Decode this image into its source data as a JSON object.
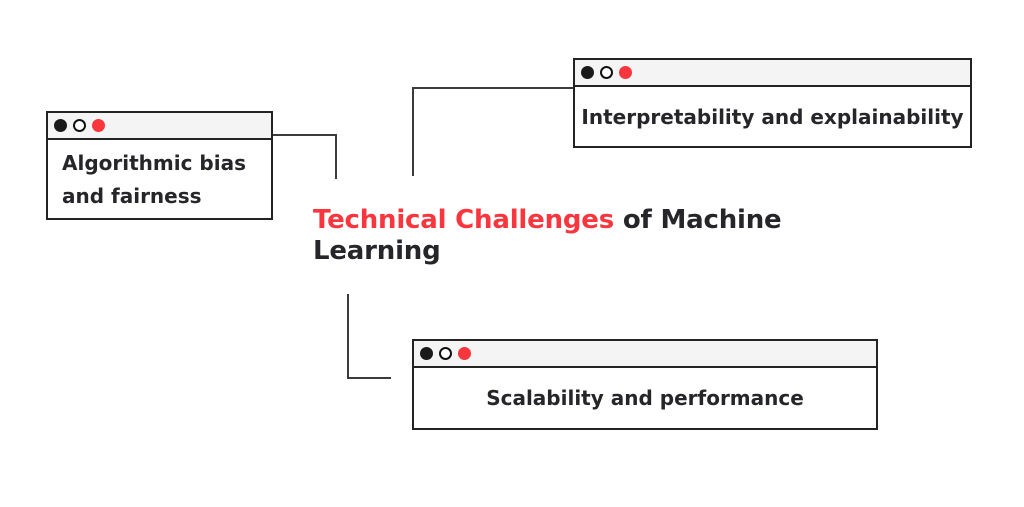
{
  "diagram": {
    "title": {
      "highlight": "Technical Challenges",
      "rest": " of Machine",
      "line2": "Learning"
    },
    "nodes": {
      "left": {
        "label": "Algorithmic bias and fairness"
      },
      "top_right": {
        "label": "Interpretability and explainability"
      },
      "bottom": {
        "label": "Scalability and performance"
      }
    },
    "window_controls": {
      "dots": [
        "black-dot",
        "white-dot",
        "red-dot"
      ],
      "dot_colors": [
        "#1a1a1a",
        "#ffffff",
        "#f9353d"
      ]
    },
    "colors": {
      "accent_red": "#f9353d",
      "text_dark": "#26262a",
      "titlebar_bg": "#f4f4f4",
      "box_border": "#232323",
      "connector": "#3b3b3b",
      "background": "#ffffff"
    }
  }
}
